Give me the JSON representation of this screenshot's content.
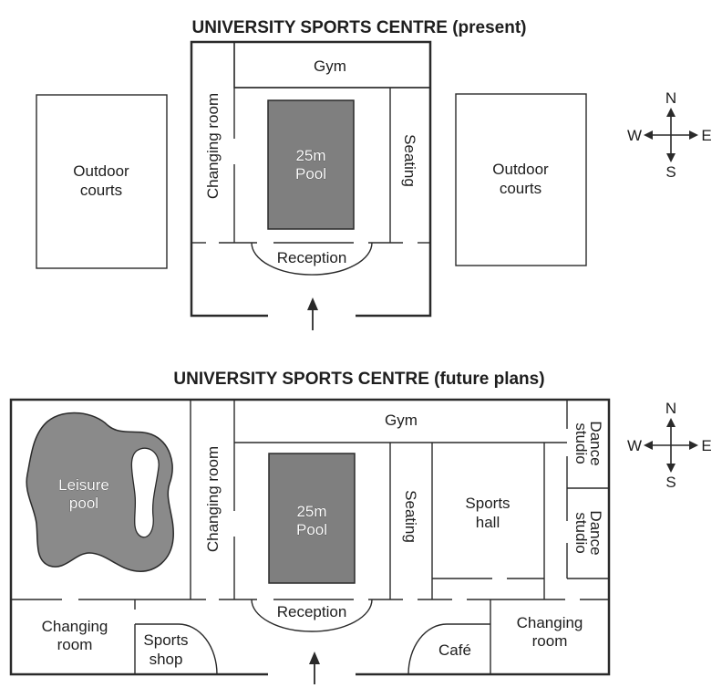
{
  "present": {
    "title": "UNIVERSITY SPORTS CENTRE (present)",
    "gym": "Gym",
    "changing_room": "Changing room",
    "pool_line1": "25m",
    "pool_line2": "Pool",
    "seating": "Seating",
    "reception": "Reception",
    "outdoor_left_line1": "Outdoor",
    "outdoor_left_line2": "courts",
    "outdoor_right_line1": "Outdoor",
    "outdoor_right_line2": "courts"
  },
  "future": {
    "title": "UNIVERSITY SPORTS CENTRE (future plans)",
    "gym": "Gym",
    "changing_room_top": "Changing room",
    "leisure_line1": "Leisure",
    "leisure_line2": "pool",
    "pool_line1": "25m",
    "pool_line2": "Pool",
    "seating": "Seating",
    "sports_hall_line1": "Sports",
    "sports_hall_line2": "hall",
    "dance_top_line1": "Dance",
    "dance_top_line2": "studio",
    "dance_bottom_line1": "Dance",
    "dance_bottom_line2": "studio",
    "reception": "Reception",
    "changing_left_line1": "Changing",
    "changing_left_line2": "room",
    "sports_shop_line1": "Sports",
    "sports_shop_line2": "shop",
    "cafe": "Café",
    "changing_right_line1": "Changing",
    "changing_right_line2": "room"
  },
  "compass": {
    "north": "N",
    "south": "S",
    "east": "E",
    "west": "W"
  },
  "colors": {
    "pool_fill": "#7f7f7f",
    "leisure_fill": "#8a8a8a",
    "line": "#2a2a2a"
  }
}
